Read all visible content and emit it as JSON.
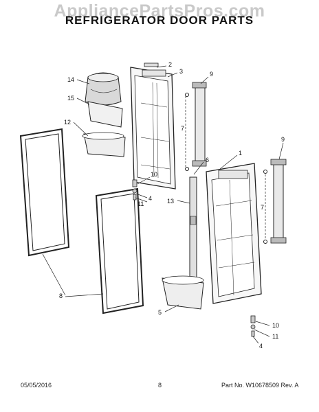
{
  "watermark": "AppliancePartsPros.com",
  "title": "REFRIGERATOR DOOR PARTS",
  "callouts": {
    "c1": "1",
    "c2": "2",
    "c3": "3",
    "c4a": "4",
    "c4b": "4",
    "c5": "5",
    "c6": "6",
    "c7a": "7",
    "c7b": "7",
    "c8": "8",
    "c9a": "9",
    "c9b": "9",
    "c10a": "10",
    "c10b": "10",
    "c11a": "11",
    "c11b": "11",
    "c12": "12",
    "c13": "13",
    "c14": "14",
    "c15": "15"
  },
  "footer": {
    "date": "05/05/2016",
    "page": "8",
    "part": "Part No.  W10678509  Rev.  A"
  }
}
